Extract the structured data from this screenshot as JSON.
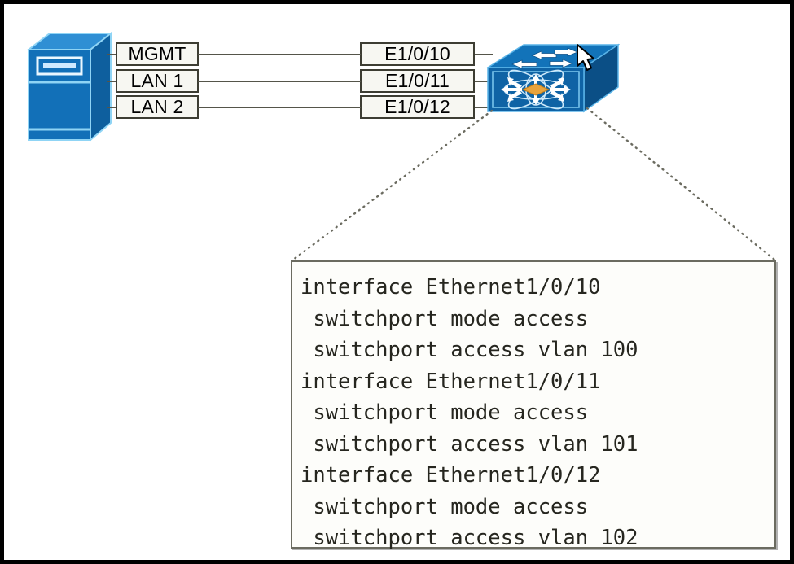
{
  "diagram": {
    "title": "Switch access-port VLAN configuration diagram",
    "colors": {
      "server_body": "#1270b8",
      "server_top": "#2f8fd4",
      "server_side": "#0e5f9e",
      "server_highlight": "#8fd4f5",
      "switch_top": "#1273b9",
      "switch_front": "#0f63a5",
      "switch_side": "#0b4f86",
      "switch_center": "#e8a33d",
      "label_fill": "#f7f7f2",
      "label_border": "#3d3d33",
      "wire": "#55554a",
      "frame": "#000000"
    },
    "server": {
      "name": "server-tower",
      "icon": "server-icon"
    },
    "host_ports": [
      {
        "label": "MGMT"
      },
      {
        "label": "LAN 1"
      },
      {
        "label": "LAN 2"
      }
    ],
    "switch_ports": [
      {
        "label": "E1/0/10"
      },
      {
        "label": "E1/0/11"
      },
      {
        "label": "E1/0/12"
      }
    ],
    "switch": {
      "name": "network-switch",
      "icon": "switch-icon"
    },
    "cursor": {
      "name": "mouse-pointer",
      "icon": "cursor-arrow-icon"
    },
    "config": {
      "lines": [
        "interface Ethernet1/0/10",
        " switchport mode access",
        " switchport access vlan 100",
        "interface Ethernet1/0/11",
        " switchport mode access",
        " switchport access vlan 101",
        "interface Ethernet1/0/12",
        " switchport mode access",
        " switchport access vlan 102"
      ]
    }
  }
}
